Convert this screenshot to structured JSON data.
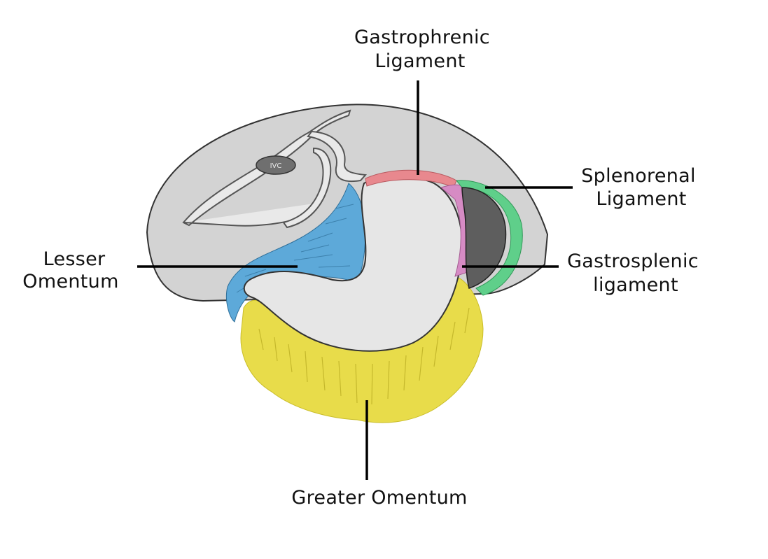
{
  "labels": {
    "gastrophrenic": [
      "Gastrophrenic",
      "Ligament"
    ],
    "splenorenal": [
      "Splenorenal",
      "Ligament"
    ],
    "lesser_omentum": [
      "Lesser",
      "Omentum"
    ],
    "gastrosplenic": [
      "Gastrosplenic",
      "ligament"
    ],
    "greater_omentum": "Greater Omentum",
    "ivc": "IVC"
  },
  "colors": {
    "background": "#ffffff",
    "body_section": "#d3d3d3",
    "stomach": "#e6e6e6",
    "lesser_omentum": "#5da9d9",
    "greater_omentum": "#e8dc4a",
    "gastrophrenic": "#e8888e",
    "gastrosplenic": "#d68bc4",
    "splenorenal": "#5fcf8a",
    "spleen": "#5e5e5e",
    "ivc": "#6f6f6f",
    "leader_line": "#000000"
  }
}
